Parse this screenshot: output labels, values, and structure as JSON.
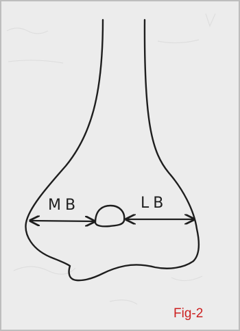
{
  "labels": {
    "medial": "MB",
    "lateral": "LB"
  },
  "caption": "Fig-2",
  "colors": {
    "paper": "#ececec",
    "ink": "#1e1e1e",
    "caption": "#cc2020"
  }
}
